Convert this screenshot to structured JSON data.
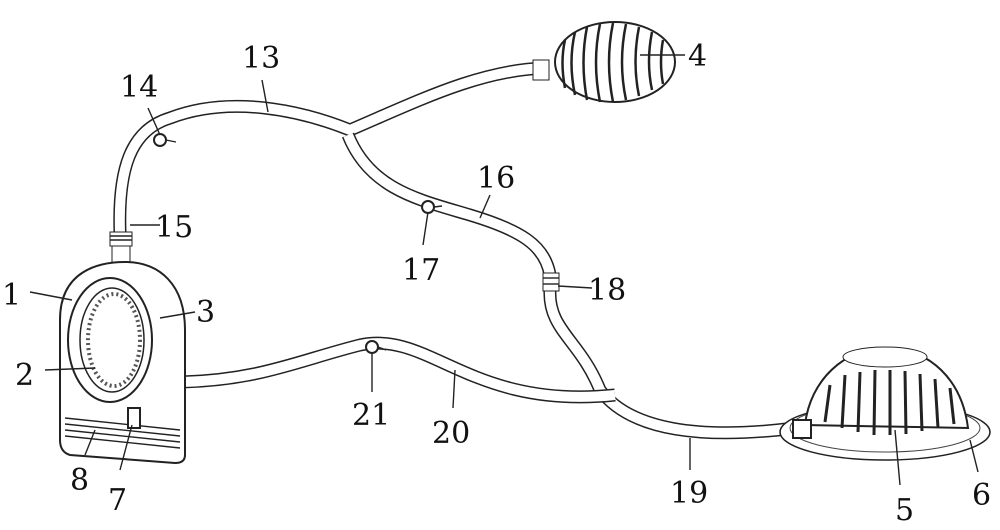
{
  "figure": {
    "labels": {
      "l1": "1",
      "l2": "2",
      "l3": "3",
      "l4": "4",
      "l5": "5",
      "l6": "6",
      "l7": "7",
      "l8": "8",
      "l13": "13",
      "l14": "14",
      "l15": "15",
      "l16": "16",
      "l17": "17",
      "l18": "18",
      "l19": "19",
      "l20": "20",
      "l21": "21"
    }
  }
}
